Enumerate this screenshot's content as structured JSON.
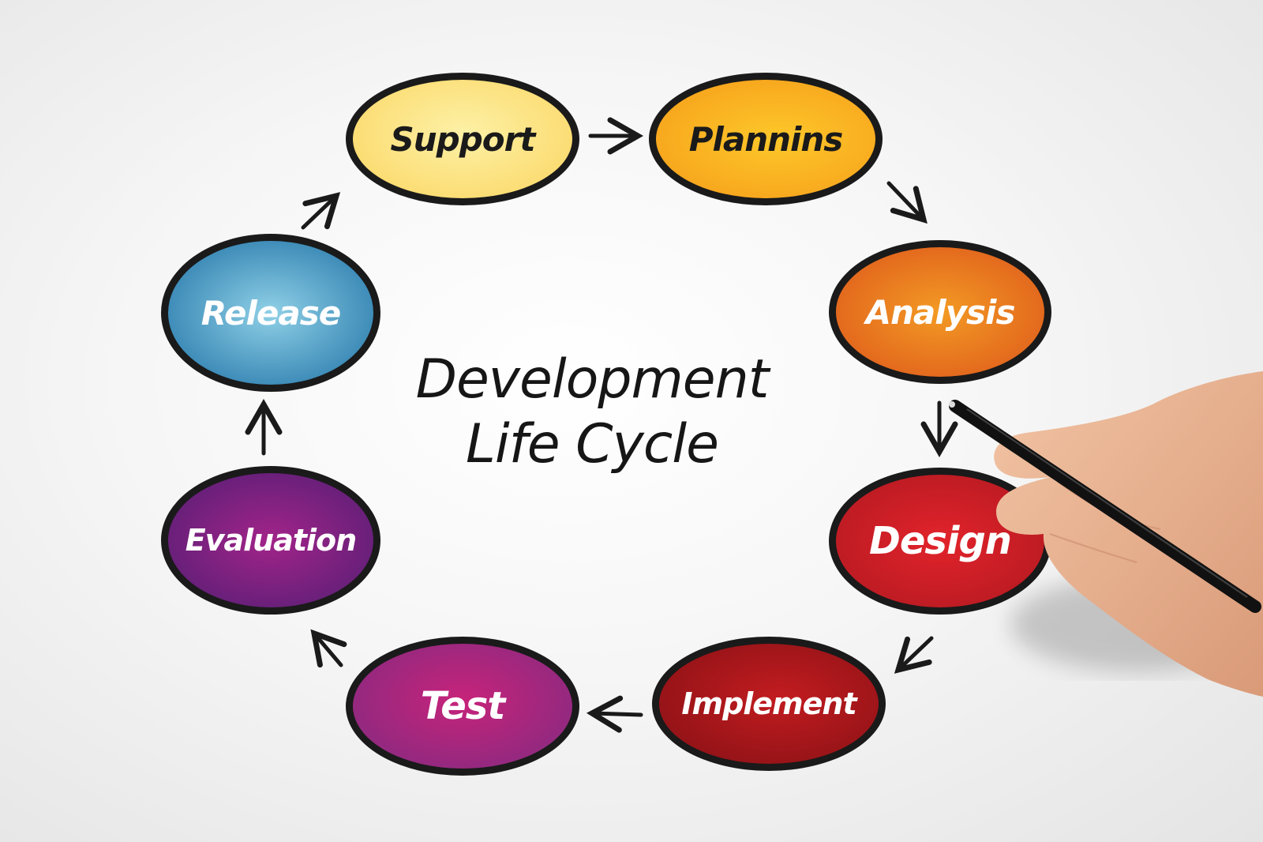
{
  "diagram": {
    "title_line1": "Development",
    "title_line2": "Life Cycle",
    "nodes": [
      {
        "id": "support",
        "label": "Support",
        "fill": "#fbd96b",
        "center": "#fdf1a6",
        "text_color": "#1a1a1a"
      },
      {
        "id": "planning",
        "label": "Plannins",
        "fill": "#f7a21c",
        "center": "#fdc82a",
        "text_color": "#1a1a1a"
      },
      {
        "id": "analysis",
        "label": "Analysis",
        "fill": "#e0601c",
        "center": "#f39a24",
        "text_color": "#ffffff"
      },
      {
        "id": "design",
        "label": "Design",
        "fill": "#b81a22",
        "center": "#e2232b",
        "text_color": "#ffffff"
      },
      {
        "id": "implement",
        "label": "Implement",
        "fill": "#8e1216",
        "center": "#c21c20",
        "text_color": "#ffffff"
      },
      {
        "id": "test",
        "label": "Test",
        "fill": "#8a2a80",
        "center": "#c7237a",
        "text_color": "#ffffff"
      },
      {
        "id": "evaluation",
        "label": "Evaluation",
        "fill": "#5e1f77",
        "center": "#a22489",
        "text_color": "#ffffff"
      },
      {
        "id": "release",
        "label": "Release",
        "fill": "#2f7fb0",
        "center": "#8fd0e6",
        "text_color": "#ffffff"
      }
    ],
    "edges": [
      [
        "support",
        "planning"
      ],
      [
        "planning",
        "analysis"
      ],
      [
        "analysis",
        "design"
      ],
      [
        "design",
        "implement"
      ],
      [
        "implement",
        "test"
      ],
      [
        "test",
        "evaluation"
      ],
      [
        "evaluation",
        "release"
      ],
      [
        "release",
        "support"
      ]
    ],
    "outline_color": "#1a1a1a"
  }
}
